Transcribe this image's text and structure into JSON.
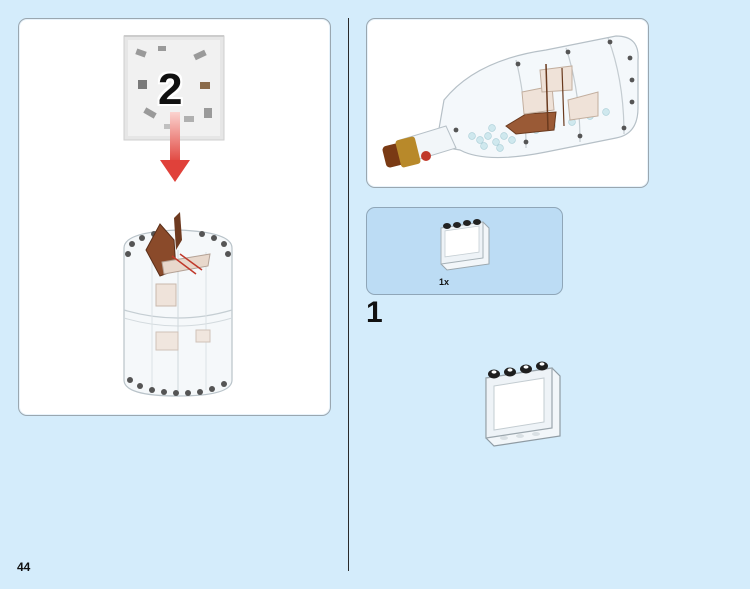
{
  "page": {
    "number": "44"
  },
  "left_panel": {
    "bag_number": "2"
  },
  "parts_callout": {
    "quantity": "1x"
  },
  "step": {
    "number": "1"
  },
  "colors": {
    "background": "#d4ecfb",
    "callout": "#bcdcf4",
    "arrow": "#e0413a"
  }
}
